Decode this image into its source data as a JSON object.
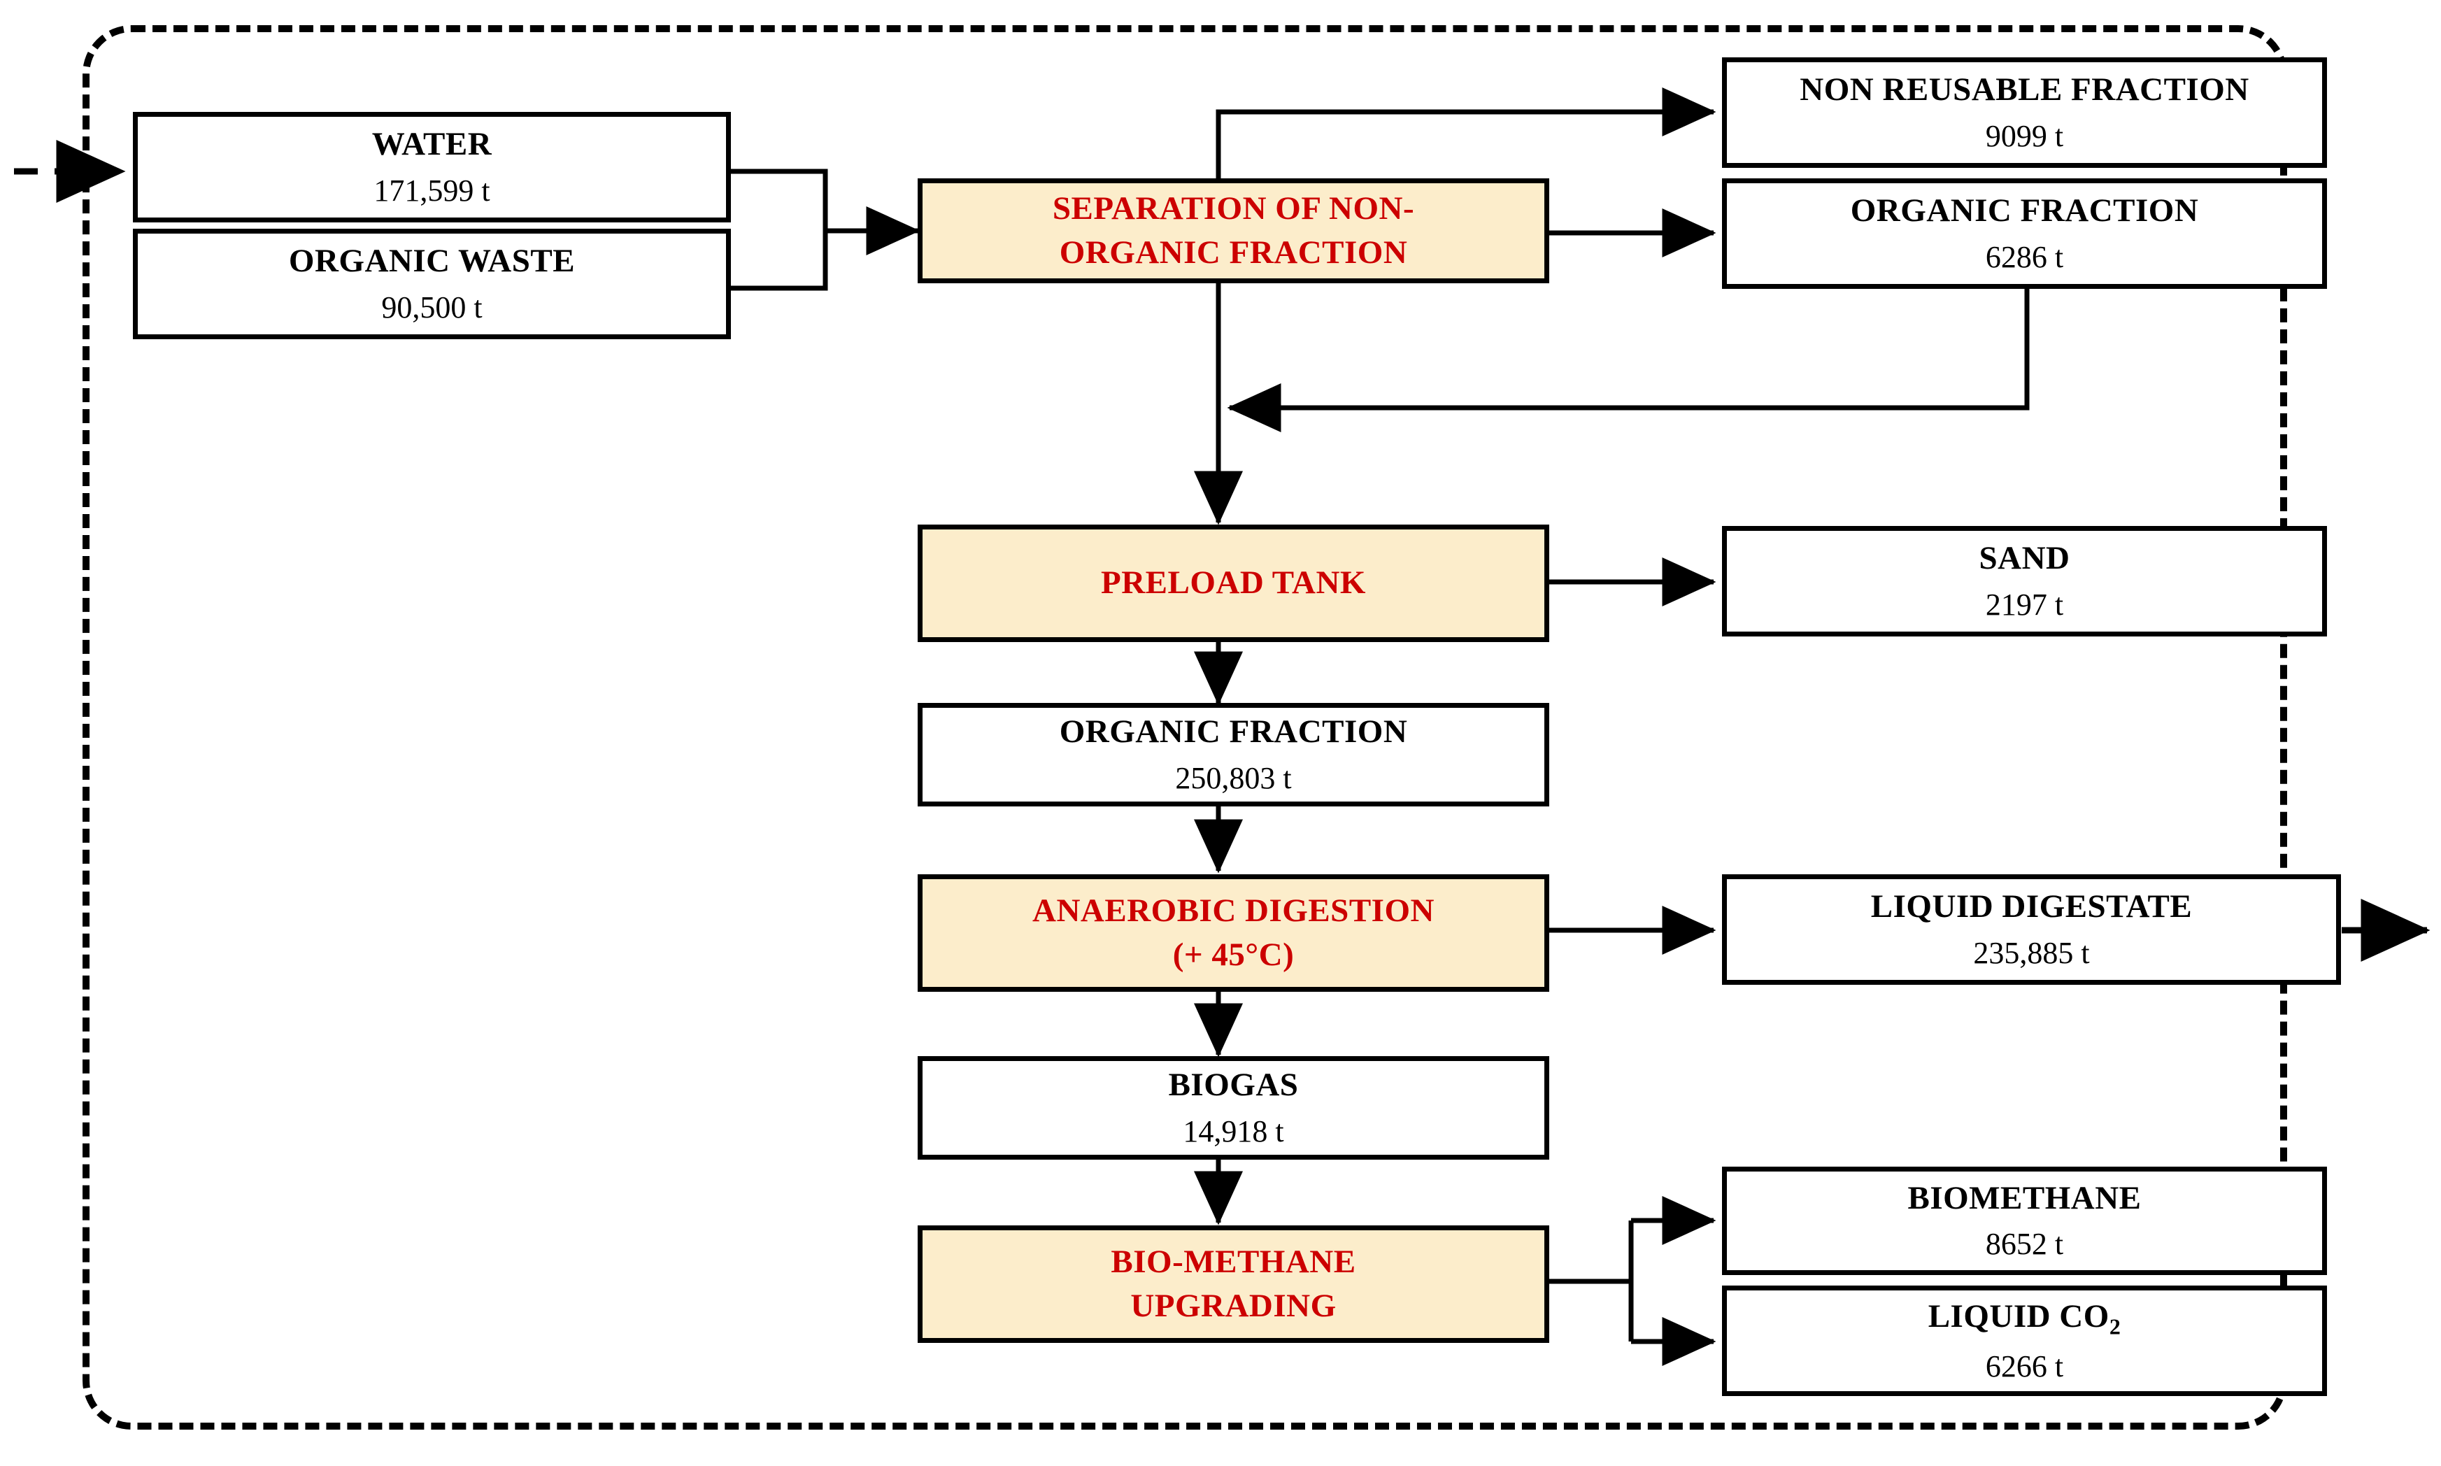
{
  "diagram": {
    "title_hidden": "",
    "colors": {
      "process_fill": "#FCEDCB",
      "process_text": "#CC0000",
      "node_border": "#000000",
      "node_fill": "#FFFFFF",
      "boundary": "#000000"
    }
  },
  "nodes": {
    "water": {
      "title": "WATER",
      "value": "171,599 t"
    },
    "organic_waste": {
      "title": "ORGANIC WASTE",
      "value": "90,500 t"
    },
    "separation": {
      "title_line1": "SEPARATION OF NON-",
      "title_line2": "ORGANIC FRACTION"
    },
    "non_reusable_fraction": {
      "title": "NON REUSABLE FRACTION",
      "value": "9099 t"
    },
    "organic_fraction_out": {
      "title": "ORGANIC FRACTION",
      "value": "6286 t"
    },
    "preload_tank": {
      "title": "PRELOAD TANK"
    },
    "sand": {
      "title": "SAND",
      "value": "2197 t"
    },
    "organic_fraction_mid": {
      "title": "ORGANIC FRACTION",
      "value": "250,803 t"
    },
    "anaerobic_digestion": {
      "title_line1": "ANAEROBIC DIGESTION",
      "title_line2": "(+ 45°C)"
    },
    "liquid_digestate": {
      "title": "LIQUID DIGESTATE",
      "value": "235,885 t"
    },
    "biogas": {
      "title": "BIOGAS",
      "value": "14,918 t"
    },
    "biomethane_upgrading": {
      "title_line1": "BIO-METHANE",
      "title_line2": "UPGRADING"
    },
    "biomethane": {
      "title": "BIOMETHANE",
      "value": "8652 t"
    },
    "liquid_co2": {
      "title_prefix": "LIQUID CO",
      "title_subscript": "2",
      "value": "6266 t"
    }
  },
  "edges": [
    {
      "name": "inlet-dashed-arrow",
      "from": "external",
      "to": "water",
      "style": "dashed"
    },
    {
      "name": "feed-merge-to-separation",
      "from": "water+organic_waste",
      "to": "separation",
      "style": "solid"
    },
    {
      "name": "separation-to-non-reusable",
      "from": "separation",
      "to": "non_reusable_fraction",
      "style": "solid"
    },
    {
      "name": "separation-to-organic-fraction",
      "from": "separation",
      "to": "organic_fraction_out",
      "style": "solid"
    },
    {
      "name": "organic-fraction-recycle",
      "from": "organic_fraction_out",
      "to": "preload-line",
      "style": "solid"
    },
    {
      "name": "separation-to-preload-tank",
      "from": "separation",
      "to": "preload_tank",
      "style": "solid"
    },
    {
      "name": "preload-to-sand",
      "from": "preload_tank",
      "to": "sand",
      "style": "solid"
    },
    {
      "name": "preload-to-organic-fraction",
      "from": "preload_tank",
      "to": "organic_fraction_mid",
      "style": "solid"
    },
    {
      "name": "organic-fraction-to-digestion",
      "from": "organic_fraction_mid",
      "to": "anaerobic_digestion",
      "style": "solid"
    },
    {
      "name": "digestion-to-liquid-digestate",
      "from": "anaerobic_digestion",
      "to": "liquid_digestate",
      "style": "solid"
    },
    {
      "name": "digestion-to-biogas",
      "from": "anaerobic_digestion",
      "to": "biogas",
      "style": "solid"
    },
    {
      "name": "biogas-to-upgrading",
      "from": "biogas",
      "to": "biomethane_upgrading",
      "style": "solid"
    },
    {
      "name": "upgrading-to-biomethane",
      "from": "biomethane_upgrading",
      "to": "biomethane",
      "style": "solid"
    },
    {
      "name": "upgrading-to-liquid-co2",
      "from": "biomethane_upgrading",
      "to": "liquid_co2",
      "style": "solid"
    },
    {
      "name": "outlet-dashed-arrow",
      "from": "liquid_digestate",
      "to": "external",
      "style": "dashed"
    }
  ]
}
